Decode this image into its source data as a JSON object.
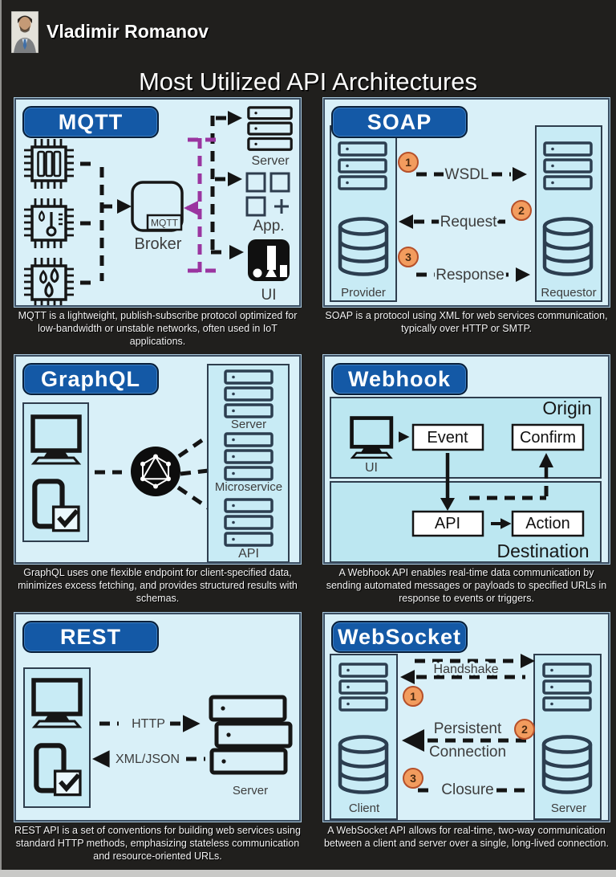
{
  "header": {
    "author": "Vladimir Romanov"
  },
  "page_title": "Most Utilized API Architectures",
  "colors": {
    "background": "#201f1d",
    "badge_blue": "#1459a6",
    "panel_bg": "#d9f0f8",
    "inner_box_bg": "#c8ebf5",
    "section_box_bg": "#bce7f1",
    "purple_accent": "#9a35a0",
    "step_circle_orange": "#f29c5e"
  },
  "icons": {
    "header": [
      "author-portrait"
    ],
    "mqtt": [
      "chip-bars-icon",
      "chip-thermometer-icon",
      "chip-drops-icon",
      "broker-icon",
      "server-stack-icon",
      "app-grid-icon",
      "ui-chart-icon"
    ],
    "soap": [
      "server-stack-icon",
      "database-icon"
    ],
    "graphql": [
      "monitor-icon",
      "phone-check-icon",
      "graphql-logo-icon",
      "server-stack-icon"
    ],
    "webhook": [
      "monitor-icon"
    ],
    "rest": [
      "monitor-icon",
      "phone-check-icon",
      "server-stack-icon"
    ],
    "websocket": [
      "server-stack-icon",
      "database-icon"
    ]
  },
  "panels": {
    "mqtt": {
      "title": "MQTT",
      "caption": "MQTT is a lightweight, publish-subscribe protocol optimized for low-bandwidth or unstable networks, often used in IoT applications.",
      "labels": {
        "broker_tag": "MQTT",
        "broker": "Broker",
        "server": "Server",
        "app": "App.",
        "ui": "UI"
      }
    },
    "soap": {
      "title": "SOAP",
      "caption": "SOAP is a protocol using XML for web services communication, typically over HTTP or SMTP.",
      "labels": {
        "provider": "Provider",
        "requestor": "Requestor",
        "wsdl": "WSDL",
        "request": "Request",
        "response": "Response",
        "step1": "1",
        "step2": "2",
        "step3": "3"
      }
    },
    "graphql": {
      "title": "GraphQL",
      "caption": "GraphQL uses one flexible endpoint for client-specified data, minimizes excess fetching, and provides structured results with schemas.",
      "labels": {
        "server": "Server",
        "microservice": "Microservice",
        "api": "API"
      }
    },
    "webhook": {
      "title": "Webhook",
      "caption": "A Webhook API enables real-time data communication by sending automated messages or payloads to specified URLs in response to events or triggers.",
      "labels": {
        "origin": "Origin",
        "ui": "UI",
        "event": "Event",
        "confirm": "Confirm",
        "api": "API",
        "action": "Action",
        "destination": "Destination"
      }
    },
    "rest": {
      "title": "REST",
      "caption": "REST API is a set of conventions for building web services using standard HTTP methods, emphasizing stateless communication and resource-oriented URLs.",
      "labels": {
        "http": "HTTP",
        "xmljson": "XML/JSON",
        "server": "Server"
      }
    },
    "websocket": {
      "title": "WebSocket",
      "caption": "A WebSocket API allows for real-time, two-way communication between a client and server over a single, long-lived connection.",
      "labels": {
        "handshake": "Handshake",
        "persistent": "Persistent",
        "connection": "Connection",
        "closure": "Closure",
        "client": "Client",
        "server": "Server",
        "step1": "1",
        "step2": "2",
        "step3": "3"
      }
    }
  }
}
